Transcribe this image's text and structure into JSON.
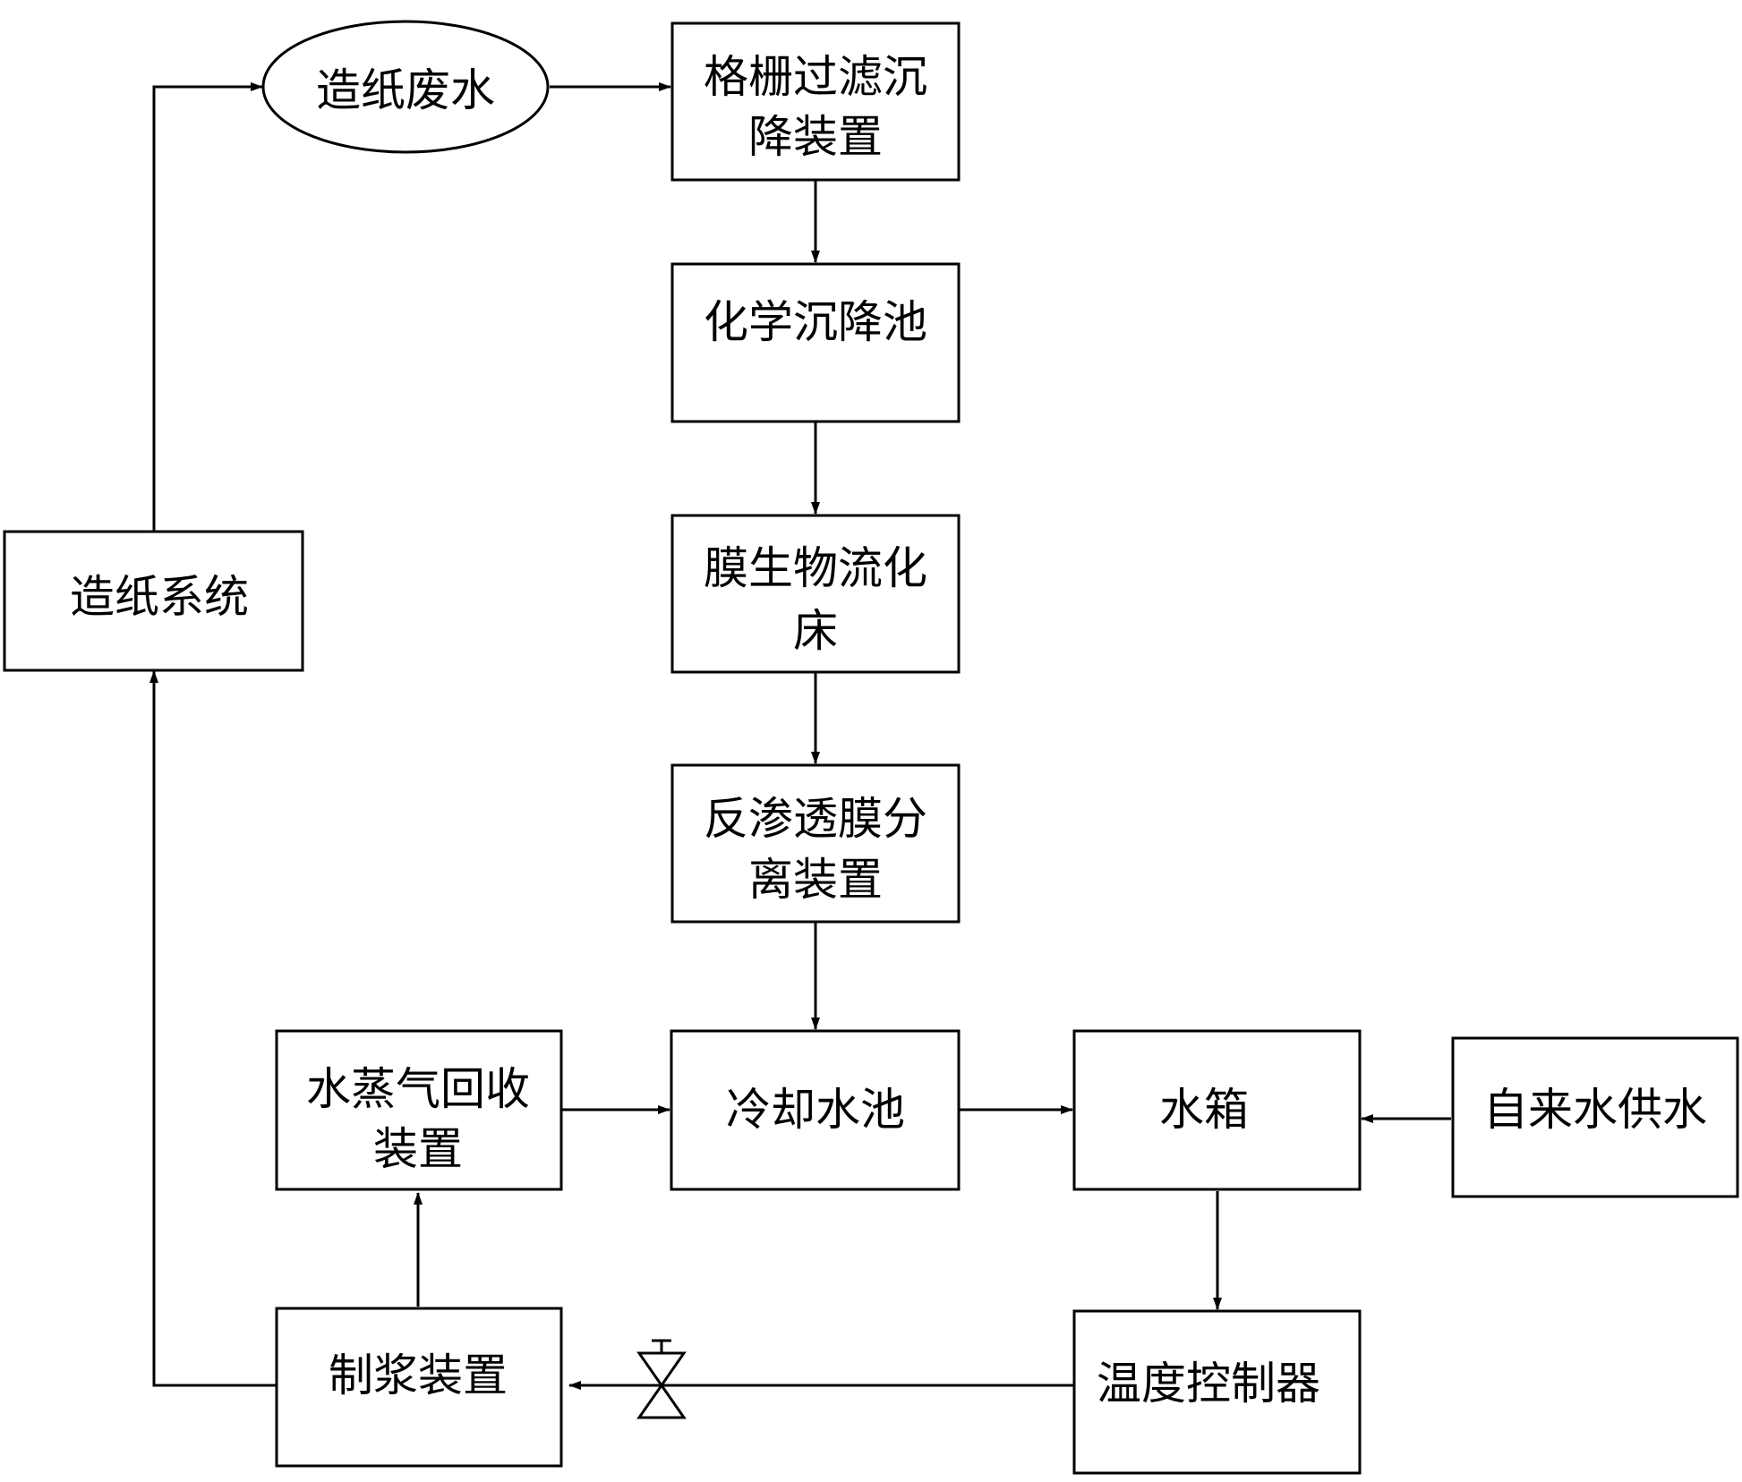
{
  "nodes": {
    "wastewater": {
      "lines": [
        "造纸废水"
      ]
    },
    "grid_filter": {
      "lines": [
        "格栅过滤沉",
        "降装置"
      ]
    },
    "chem_settle": {
      "lines": [
        "化学沉降池"
      ]
    },
    "membrane_bio": {
      "lines": [
        "膜生物流化",
        "床"
      ]
    },
    "reverse_osmosis": {
      "lines": [
        "反渗透膜分",
        "离装置"
      ]
    },
    "cooling_pool": {
      "lines": [
        "冷却水池"
      ]
    },
    "steam_recovery": {
      "lines": [
        "水蒸气回收",
        "装置"
      ]
    },
    "water_tank": {
      "lines": [
        "水箱"
      ]
    },
    "tap_water": {
      "lines": [
        "自来水供水"
      ]
    },
    "papermaking": {
      "lines": [
        "造纸系统"
      ]
    },
    "pulping": {
      "lines": [
        "制浆装置"
      ]
    },
    "temp_controller": {
      "lines": [
        "温度控制器"
      ]
    }
  },
  "colors": {
    "line": "#000000",
    "box_fill": "#ffffff",
    "background": "#ffffff"
  }
}
